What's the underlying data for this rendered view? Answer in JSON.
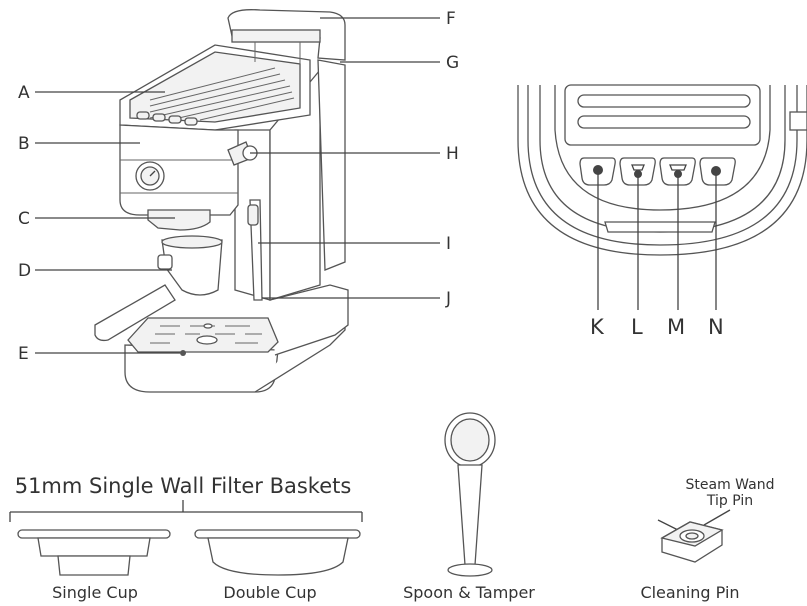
{
  "callouts": {
    "A": "A",
    "B": "B",
    "C": "C",
    "D": "D",
    "E": "E",
    "F": "F",
    "G": "G",
    "H": "H",
    "I": "I",
    "J": "J",
    "K": "K",
    "L": "L",
    "M": "M",
    "N": "N"
  },
  "accessories": {
    "baskets_title": "51mm Single Wall Filter Baskets",
    "single_cup": "Single Cup",
    "double_cup": "Double Cup",
    "spoon_tamper": "Spoon & Tamper",
    "cleaning_pin": "Cleaning Pin",
    "steam_wand_tip_pin_line1": "Steam Wand",
    "steam_wand_tip_pin_line2": "Tip Pin"
  }
}
